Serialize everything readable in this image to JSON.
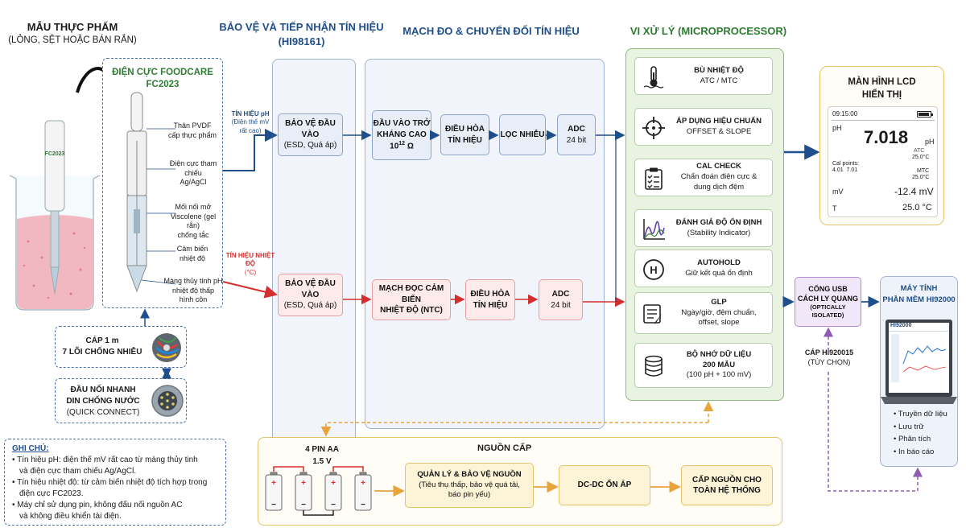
{
  "food_sample": {
    "title": "MẪU THỰC PHẨM",
    "subtitle": "(LỎNG, SỆT HOẶC BÁN RẮN)",
    "probe_tag": "FC2023"
  },
  "electrode": {
    "title_1": "ĐIỆN CỰC FOODCARE",
    "title_2": "FC2023",
    "parts": [
      [
        "Thân PVDF",
        "cấp thực phẩm"
      ],
      [
        "Điện cực tham chiếu",
        "Ag/AgCl"
      ],
      [
        "Mối nối mở",
        "Viscolene (gel rắn)",
        "chống tắc"
      ],
      [
        "Cảm biến",
        "nhiệt độ"
      ],
      [
        "Màng thủy tinh pH",
        "nhiệt độ thấp",
        "hình côn"
      ]
    ]
  },
  "cable": {
    "line1": "CÁP 1 m",
    "line2": "7 LÕI CHỐNG NHIỄU"
  },
  "connector": {
    "line1": "ĐẦU NỐI NHANH",
    "line2": "DIN CHỐNG NƯỚC",
    "line3": "(QUICK CONNECT)"
  },
  "notes": {
    "title": "GHI CHÚ:",
    "items": [
      [
        "Tín hiệu pH: điện thế mV rất cao từ màng thủy tinh",
        "và điện cực tham chiếu Ag/AgCl."
      ],
      [
        "Tín hiệu nhiệt độ: từ cảm biến nhiệt độ tích hợp trong",
        "điện cực FC2023."
      ],
      [
        "Máy chỉ sử dụng pin, không đấu nối nguồn AC",
        "và không điều khiển tài điện."
      ]
    ]
  },
  "sections": {
    "protection_1": "BẢO VỆ VÀ TIẾP NHẬN TÍN HIỆU",
    "protection_2": "(HI98161)",
    "measurement": "MẠCH ĐO & CHUYỂN ĐỔI TÍN HIỆU",
    "microprocessor": "VI XỬ LÝ (MICROPROCESSOR)"
  },
  "signals": {
    "ph": [
      "TÍN HIỆU pH",
      "(Điện thế mV",
      "rất cao)"
    ],
    "temp": [
      "TÍN HIỆU NHIỆT ĐỘ",
      "(°C)"
    ]
  },
  "ph_chain": {
    "protect": {
      "title": "BẢO VỆ ĐẦU VÀO",
      "sub": "(ESD, Quá áp)"
    },
    "impedance": {
      "l1": "ĐẦU VÀO TRỞ",
      "l2": "KHÁNG CAO",
      "l3_base": "10",
      "l3_exp": "12",
      "l3_unit": " Ω"
    },
    "condition": {
      "l1": "ĐIỀU HÒA",
      "l2": "TÍN HIỆU"
    },
    "filter": {
      "l1": "LỌC NHIỄU"
    },
    "adc": {
      "l1": "ADC",
      "l2": "24 bit"
    }
  },
  "temp_chain": {
    "protect": {
      "title": "BẢO VỆ ĐẦU VÀO",
      "sub": "(ESD, Quá áp)"
    },
    "sensor": {
      "l1": "MẠCH ĐỌC CẢM BIẾN",
      "l2": "NHIỆT ĐỘ (NTC)"
    },
    "condition": {
      "l1": "ĐIỀU HÒA",
      "l2": "TÍN HIỆU"
    },
    "adc": {
      "l1": "ADC",
      "l2": "24 bit"
    }
  },
  "microprocessor_items": [
    {
      "icon": "thermometer-icon",
      "title": "BÙ NHIỆT ĐỘ",
      "sub": [
        "ATC / MTC"
      ]
    },
    {
      "icon": "crosshair-icon",
      "title": "ÁP DỤNG HIỆU CHUẨN",
      "sub": [
        "OFFSET & SLOPE"
      ]
    },
    {
      "icon": "clipboard-icon",
      "title": "CAL CHECK",
      "sub": [
        "Chẩn đoán điện cực &",
        "dung dịch đệm"
      ]
    },
    {
      "icon": "stability-chart-icon",
      "title": "ĐÁNH GIÁ ĐỘ ỔN ĐỊNH",
      "sub": [
        "(Stability Indicator)"
      ]
    },
    {
      "icon": "autohold-icon",
      "title": "AUTOHOLD",
      "sub": [
        "Giữ kết quả ổn định"
      ]
    },
    {
      "icon": "glp-icon",
      "title": "GLP",
      "sub": [
        "Ngày/giờ, đệm chuẩn,",
        "offset, slope"
      ]
    },
    {
      "icon": "database-icon",
      "title": "BỘ NHỚ DỮ LIỆU",
      "sub": [
        "200 MẪU",
        "(100 pH + 100 mV)"
      ]
    }
  ],
  "lcd": {
    "title_1": "MÀN HÌNH LCD",
    "title_2": "HIỂN THỊ",
    "time": "09:15:00",
    "ph_label": "pH",
    "ph_value": "7.018",
    "ph_unit": "pH",
    "atc": "ATC",
    "temp_small_1": "25.0°C",
    "cal_label": "Cal points:",
    "cal_values": "4.01  7.01",
    "mtc": "MTC",
    "temp_small_2": "25.0°C",
    "mv_label": "mV",
    "mv_value": "-12.4 mV",
    "t_label": "T",
    "t_value": "25.0 °C"
  },
  "usb": {
    "l1": "CỔNG USB",
    "l2": "CÁCH LY QUANG",
    "l3": "(OPTICALLY ISOLATED)"
  },
  "usb_cable": {
    "l1": "CÁP HI920015",
    "l2": "(TÙY CHỌN)"
  },
  "pc": {
    "title_1": "MÁY TÍNH",
    "title_2": "PHẦN MỀM HI92000",
    "screen_label": "HI92000",
    "features": [
      "Truyền dữ liệu",
      "Lưu trữ",
      "Phân tích",
      "In báo cáo"
    ]
  },
  "power": {
    "title": "NGUỒN CẤP",
    "battery_l1": "4 PIN AA",
    "battery_l2": "1.5 V",
    "management": {
      "l1": "QUẢN LÝ & BẢO VỆ NGUỒN",
      "l2": "(Tiêu thụ thấp, bảo vệ quá tải,",
      "l3": "báo pin yếu)"
    },
    "dcdc": "DC-DC ỔN ÁP",
    "supply": {
      "l1": "CẤP NGUỒN CHO",
      "l2": "TOÀN HỆ THỐNG"
    }
  },
  "colors": {
    "blue": "#1f4e8c",
    "red": "#d32f2f",
    "green": "#2e7d32",
    "orange": "#e8a33a",
    "purple": "#8e5bb5"
  }
}
